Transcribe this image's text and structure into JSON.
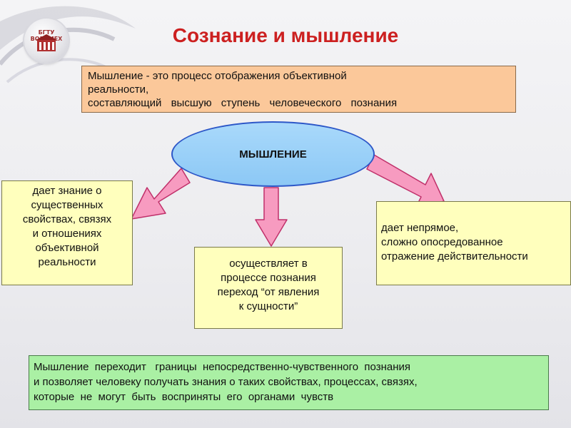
{
  "slide": {
    "logo_text": "БГТУ ВОЕНМЕХ",
    "title": "Сознание и мышление",
    "definition_lines": [
      "Мышление - это процесс отображения объективной",
      "реальности,",
      "составляющий высшую ступень человеческого познания"
    ],
    "center_node": "МЫШЛЕНИЕ",
    "left_box_lines": [
      "дает знание о",
      "существенных",
      "свойствах, связях",
      "и отношениях",
      "объективной",
      "реальности"
    ],
    "middle_box_lines": [
      "осуществляет в",
      "процессе познания",
      "переход “от явления",
      "к сущности”"
    ],
    "right_box_lines": [
      "дает непрямое,",
      "сложно опосредованное",
      "отражение действительности"
    ],
    "bottom_box_lines": [
      "Мышление  переходит   границы  непосредственно-чувственного  познания",
      "и позволяет человеку получать знания о таких свойствах, процессах, связях,",
      "которые  не  могут  быть  восприняты  его  органами  чувств"
    ]
  },
  "colors": {
    "title": "#cc2020",
    "definition_fill": "#fbc89a",
    "node_fill": "#8cc8f5",
    "node_border": "#2d57c8",
    "info_box_fill": "#ffffbd",
    "bottom_box_fill": "#aaf0a4",
    "arrow_fill": "#f79bc0",
    "arrow_stroke": "#c0306a"
  }
}
